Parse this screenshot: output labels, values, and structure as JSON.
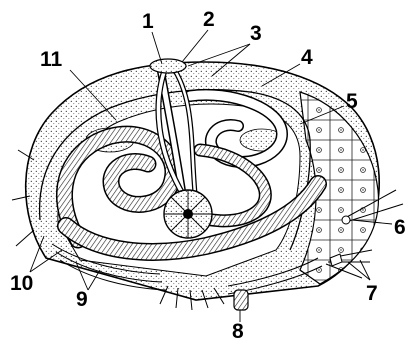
{
  "diagram": {
    "labels": [
      {
        "id": "label-1",
        "text": "1"
      },
      {
        "id": "label-2",
        "text": "2"
      },
      {
        "id": "label-3",
        "text": "3"
      },
      {
        "id": "label-4",
        "text": "4"
      },
      {
        "id": "label-5",
        "text": "5"
      },
      {
        "id": "label-6",
        "text": "6"
      },
      {
        "id": "label-7",
        "text": "7"
      },
      {
        "id": "label-8",
        "text": "8"
      },
      {
        "id": "label-9",
        "text": "9"
      },
      {
        "id": "label-10",
        "text": "10"
      },
      {
        "id": "label-11",
        "text": "11"
      }
    ]
  },
  "colors": {
    "ink": "#000000",
    "background": "#ffffff",
    "shade": "#bfbfbf"
  }
}
